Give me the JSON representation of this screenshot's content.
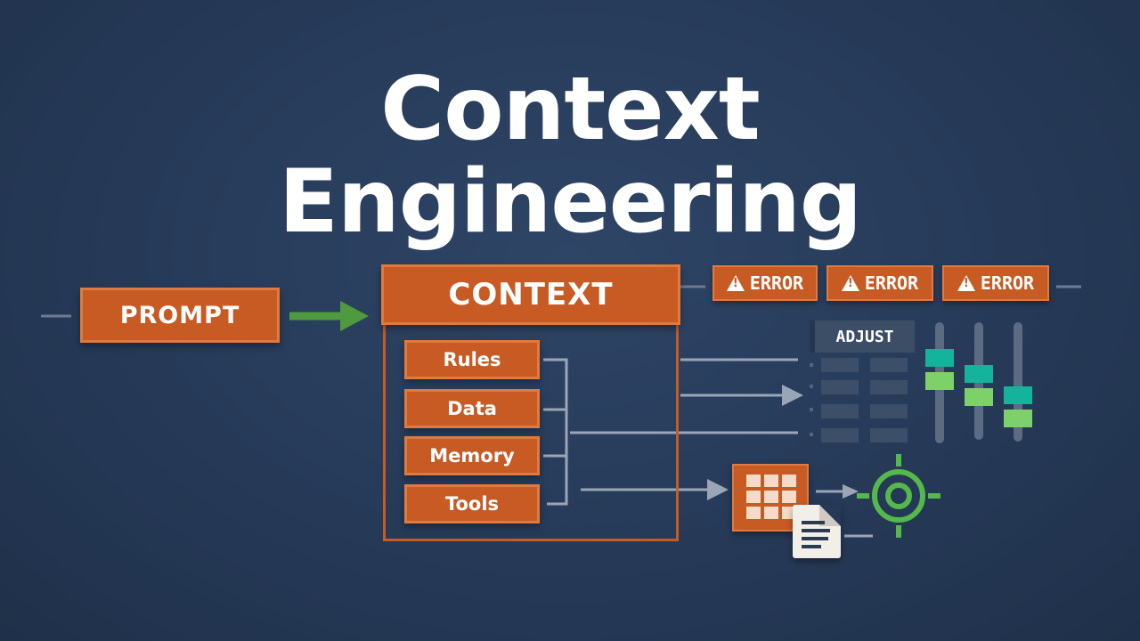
{
  "title": {
    "line1": "Context",
    "line2": "Engineering"
  },
  "prompt_label": "PROMPT",
  "context": {
    "label": "CONTEXT",
    "items": [
      "Rules",
      "Data",
      "Memory",
      "Tools"
    ]
  },
  "errors": [
    "ERROR",
    "ERROR",
    "ERROR"
  ],
  "adjust_label": "ADJUST",
  "icons": {
    "warning": "warning-icon",
    "table": "grid-table-icon",
    "document": "document-icon",
    "target": "target-icon"
  },
  "colors": {
    "background": "#263a58",
    "accent": "#c85a24",
    "arrow_green": "#4f9a3e",
    "slider_teal": "#14b39c",
    "slider_green": "#7ed06a",
    "target_green": "#55b84a"
  }
}
